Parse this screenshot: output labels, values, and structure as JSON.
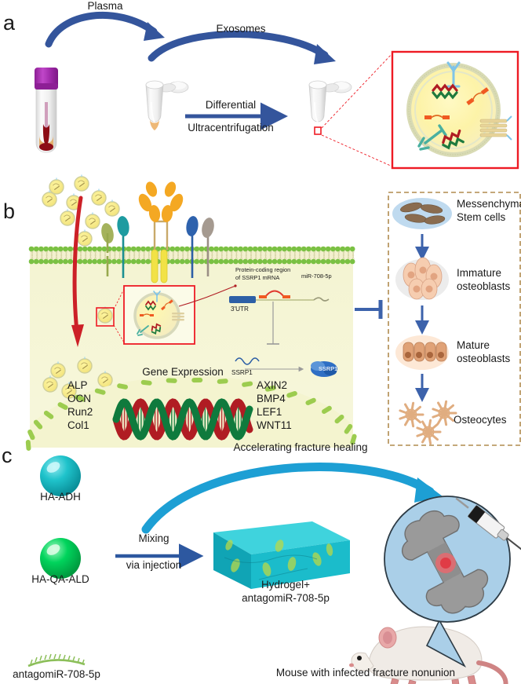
{
  "figure": {
    "panels": [
      {
        "letter": "a"
      },
      {
        "letter": "b"
      },
      {
        "letter": "c"
      }
    ]
  },
  "panel_a": {
    "letter": "a",
    "label_plasma": "Plasma",
    "label_exosomes": "Exosomes",
    "label_method_line1": "Differential",
    "label_method_line2": "Ultracentrifugation",
    "items": {
      "blood_tube": "blood-collection-tube",
      "tube_empty": "microcentrifuge-tube",
      "tube_pellet": "microcentrifuge-tube-with-pellet",
      "exosome_inset": "exosome-structure-inset"
    },
    "colors": {
      "arrow_blue": "#34559c",
      "inset_border_red": "#ee1b24",
      "tube_cap_purple": "#a32ba8",
      "blood_red": "#8c0c16",
      "pellet_tan": "#e8b87a"
    }
  },
  "panel_b": {
    "letter": "b",
    "mrna_diagram": {
      "protein_coding_line1": "Protein-coding region",
      "protein_coding_line2": "of SSRP1 mRNA",
      "mirna": "miR-708-5p",
      "utr": "3'UTR",
      "ssrp1_rna": "SSRP1",
      "ssrp1_protein": "SSRP1"
    },
    "nucleus": {
      "title": "Gene Expression",
      "genes_left": [
        "ALP",
        "OCN",
        "Run2",
        "Col1"
      ],
      "genes_right": [
        "AXIN2",
        "BMP4",
        "LEF1",
        "WNT11"
      ]
    },
    "differentiation": {
      "steps": [
        {
          "label_line1": "Messenchymal",
          "label_line2": "Stem cells",
          "icon": "mesenchymal-stem-cells-icon"
        },
        {
          "label_line1": "Immature",
          "label_line2": "osteoblasts",
          "icon": "immature-osteoblasts-icon"
        },
        {
          "label_line1": "Mature",
          "label_line2": "osteoblasts",
          "icon": "mature-osteoblasts-icon"
        },
        {
          "label_line1": "Osteocytes",
          "label_line2": "",
          "icon": "osteocytes-icon"
        }
      ]
    },
    "colors": {
      "membrane_green": "#7ac143",
      "cytoplasm": "#f2f2cf",
      "red_arrow": "#cc2027",
      "inhibit_blue": "#3c62ab",
      "dna_red": "#b01c23",
      "dna_green": "#0f7a3d",
      "dashed_border": "#b08b4f"
    }
  },
  "panel_c": {
    "letter": "c",
    "label_ha_adh": "HA-ADH",
    "label_ha_qa_ald": "HA-QA-ALD",
    "label_antagomir": "antagomiR-708-5p",
    "label_mix_line1": "Mixing",
    "label_mix_line2": "via injection",
    "label_hydrogel_line1": "Hydrogel+",
    "label_hydrogel_line2": "antagomiR-708-5p",
    "label_accelerating": "Accelerating fracture healing",
    "label_mouse": "Mouse with infected fracture nonunion",
    "colors": {
      "ha_adh_cyan": "#16bcc4",
      "ha_qa_ald_green": "#00cf54",
      "hydrogel_teal": "#1fb3c4",
      "big_arrow_blue": "#1d9fd4",
      "mix_arrow_blue": "#2d58a0",
      "bubble_blue": "#aacfe8",
      "antagomir_green": "#8cbf5a"
    }
  }
}
